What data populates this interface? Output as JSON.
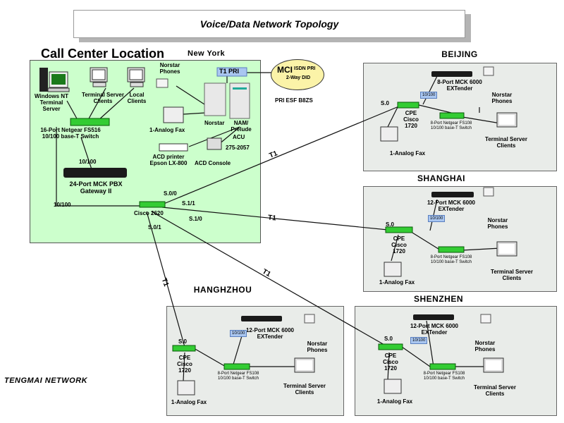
{
  "title": "Voice/Data Network Topology",
  "footer": "TENGMAI NETWORK",
  "colors": {
    "hq_bg": "#ccffcc",
    "branch_bg": "#e9ece9",
    "cisco_green": "#33cc33",
    "carrier_yellow": "#fbf3a8",
    "port_blue": "#a9c6f0"
  },
  "hq": {
    "title": "Call Center Location",
    "city": "New York",
    "nt_server": "Windows NT Terminal Server",
    "ts_clients": "Terminal Server Clients",
    "local_clients": "Local Clients",
    "norstar_phones": "Norstar Phones",
    "t1_pri": "T1 PRI",
    "analog_fax": "1-Analog Fax",
    "norstar": "Norstar",
    "nam_prelude": "NAM/ Prelude",
    "acu": "ACU",
    "switch": "16-Port Netgear FS516 10/100 base-T Switch",
    "link_100a": "10/100",
    "acd_printer": "ACD printer Epson LX-800",
    "acd_console": "ACD Console",
    "ext": "275-2057",
    "pbx_gateway": "24-Port MCK PBX Gateway II",
    "link_100b": "10/100",
    "router": "Cisco 2620",
    "s00": "S.0/0",
    "s11": "S.1/1",
    "s10": "S.1/0",
    "s01": "S.0/1"
  },
  "carrier": {
    "name": "MCI",
    "line1": "ISDN PRI",
    "line2": "2-Way DID",
    "pri_label": "PRI ESF B8ZS"
  },
  "t1_labels": [
    "T1",
    "T1",
    "T1",
    "T1"
  ],
  "branches": [
    {
      "city": "BEIJING",
      "mck": "8-Port MCK 6000 EXTender",
      "port": "10/100",
      "serial": "S.0",
      "cpe": "CPE Cisco 1720",
      "switch": "8-Port Netgear FS108 10/100 base-T Switch",
      "phones": "Norstar Phones",
      "fax": "1-Analog Fax",
      "ts_clients": "Terminal Server Clients"
    },
    {
      "city": "SHANGHAI",
      "mck": "12-Port MCK 6000 EXTender",
      "port": "10/100",
      "serial": "S.0",
      "cpe": "CPE Cisco 1720",
      "switch": "8-Port Netgear FS108 10/100 base-T Switch",
      "phones": "Norstar Phones",
      "fax": "1-Analog Fax",
      "ts_clients": "Terminal Server Clients"
    },
    {
      "city": "HANGHZHOU",
      "mck": "12-Port MCK 6000 EXTender",
      "port": "10/100",
      "serial": "S.0",
      "cpe": "CPE Cisco 1720",
      "switch": "8-Port Netgear FS108 10/100 base-T Switch",
      "phones": "Norstar Phones",
      "fax": "1-Analog Fax",
      "ts_clients": "Terminal Server Clients"
    },
    {
      "city": "SHENZHEN",
      "mck": "12-Port MCK 6000 EXTender",
      "port": "10/100",
      "serial": "S.0",
      "cpe": "CPE Cisco 1720",
      "switch": "8-Port Netgear FS108 10/100 base-T Switch",
      "phones": "Norstar Phones",
      "fax": "1-Analog Fax",
      "ts_clients": "Terminal Server Clients"
    }
  ]
}
